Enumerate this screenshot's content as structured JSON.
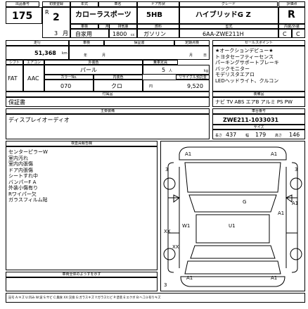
{
  "top": {
    "headers": [
      "出品番号",
      "初度登録",
      "年式",
      "車名",
      "ドア形状",
      "グレード",
      "評価点"
    ],
    "lot_number": "175",
    "year_prefix": "R",
    "year": "2",
    "month": "3",
    "month_unit": "月",
    "car_name": "カローラスポーツ",
    "door_shape": "5HB",
    "grade": "ハイブリッドG Z",
    "score": "R",
    "row2_headers": [
      "車検",
      "用途",
      "排気量",
      "燃料",
      "型式",
      "内装",
      "外装"
    ],
    "usage": "自家用",
    "displacement": "1800",
    "displacement_unit": "cc",
    "fuel": "ガソリン",
    "model_code": "6AA-ZWE211H",
    "interior_score": "C",
    "exterior_score": "C",
    "score_label": "内装/外装"
  },
  "spec": {
    "headers": [
      "走行",
      "車検",
      "保証書",
      "定期点検",
      "セールスポイント"
    ],
    "mileage": "51,368",
    "mileage_unit": "km",
    "year_unit": "年",
    "month_unit": "月",
    "day_unit": "日",
    "shift_label": "シフト",
    "aircon_label": "エアコン",
    "shift": "FAT",
    "aircon": "AAC",
    "color_header": "外装色",
    "color": "パール",
    "capacity_header": "乗車定員",
    "capacity": "5",
    "capacity_unit": "人",
    "load_unit": "kg",
    "color_no_header": "カラーNo.",
    "color_no": "070",
    "interior_header": "内装色",
    "interior": "クロ",
    "recycle_header": "リサイクル預託金",
    "recycle_unit": "円",
    "recycle": "9,520",
    "selling_points": [
      "★オークションデビュー★",
      "トヨタセーフティーセンス",
      "パーキングサポートブレーキ",
      "バックモニター",
      "モデリスタエアロ",
      "LEDヘッドライト、クルコン"
    ]
  },
  "accessories": {
    "header": "付属品",
    "value": "保証書",
    "equipment_header": "装備品",
    "equipment": "ナビ TV ABS エアB アルミ PS PW"
  },
  "options": {
    "header": "主要装備",
    "value": "ディスプレイオーディオ",
    "chassis_header": "車台番号",
    "chassis": "ZWE211-1033031",
    "dims_header": "サイズ",
    "length_label": "長さ",
    "length": "437",
    "width_label": "幅",
    "width": "179",
    "height_label": "高さ",
    "height": "146"
  },
  "inspection": {
    "header": "検査員報告欄",
    "notes": [
      "センターピラーW",
      "室内汚れ",
      "室内内張傷",
      "ドア内張傷",
      "シートすれ中",
      "バンパーF A",
      "外装小傷有り",
      "Rワイパー欠",
      "ガラスフィルム貼"
    ],
    "bottom_header": "車両全体のようすを示す"
  },
  "diagram": {
    "marks": {
      "front_a1_left": "A1",
      "front_a1_right": "A1",
      "hood_3": "3",
      "hood_g": "G",
      "right_a1": "A1",
      "rear_a1": "A1",
      "window": "W1",
      "u1": "U1",
      "xx1": "XX",
      "xx2": "XX",
      "bottom_a1_left": "A1",
      "bottom_a1_right": "A1",
      "bottom_3": "3",
      "side_3": "3"
    }
  },
  "footer": {
    "legend": "記号 A:キズ U:凹み W:波 S:サビ C:腐食 XX:交換 G:ガラスキズ Y:ガラスヒビ P:塗装 E:エクボ B:ヘコミ有りキズ"
  }
}
